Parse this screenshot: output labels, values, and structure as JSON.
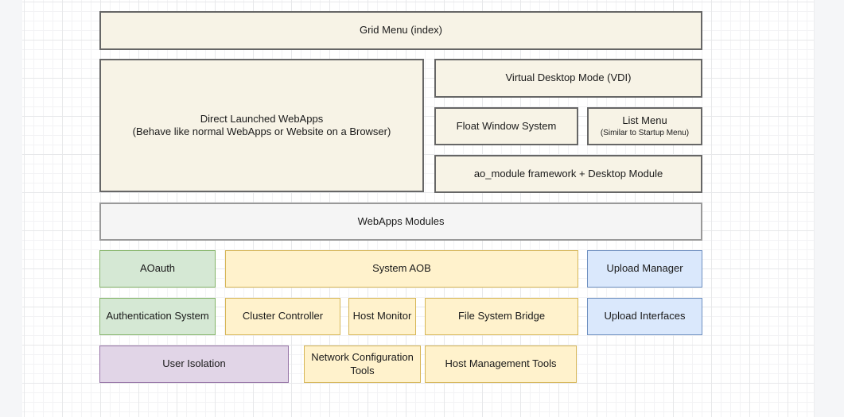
{
  "colors": {
    "canvas_background": "#ffffff",
    "page_margin": "#f5f6f8",
    "grid_minor": "#f3f3f5",
    "grid_major": "#e7e8ea",
    "text": "#1a1a1a",
    "styles": {
      "cream": {
        "fill": "#f7f3e6",
        "border": "#666666"
      },
      "gray": {
        "fill": "#f5f5f5",
        "border": "#999999"
      },
      "green": {
        "fill": "#d5e8d4",
        "border": "#82b366"
      },
      "yellow": {
        "fill": "#fff2cc",
        "border": "#d6b656"
      },
      "blue": {
        "fill": "#dae8fc",
        "border": "#6c8ebf"
      },
      "purple": {
        "fill": "#e1d5e7",
        "border": "#9673a6"
      }
    }
  },
  "nodes": {
    "grid_menu": {
      "label": "Grid Menu (index)",
      "style": "cream"
    },
    "direct_webapps": {
      "line1": "Direct Launched WebApps",
      "line2": "(Behave like normal WebApps or Website on a Browser)",
      "style": "cream"
    },
    "vdi": {
      "label": "Virtual Desktop Mode (VDI)",
      "style": "cream"
    },
    "float_window": {
      "label": "Float Window System",
      "style": "cream"
    },
    "list_menu": {
      "title": "List Menu",
      "subtitle": "(Similar to Startup Menu)",
      "style": "cream"
    },
    "ao_module": {
      "label": "ao_module framework + Desktop Module",
      "style": "cream"
    },
    "webapps_modules": {
      "label": "WebApps Modules",
      "style": "gray"
    },
    "aoauth": {
      "label": "AOauth",
      "style": "green"
    },
    "system_aob": {
      "label": "System AOB",
      "style": "yellow"
    },
    "upload_manager": {
      "label": "Upload Manager",
      "style": "blue"
    },
    "auth_system": {
      "label": "Authentication System",
      "style": "green"
    },
    "cluster_controller": {
      "label": "Cluster Controller",
      "style": "yellow"
    },
    "host_monitor": {
      "label": "Host Monitor",
      "style": "yellow"
    },
    "file_system_bridge": {
      "label": "File System Bridge",
      "style": "yellow"
    },
    "upload_interfaces": {
      "label": "Upload Interfaces",
      "style": "blue"
    },
    "user_isolation": {
      "label": "User Isolation",
      "style": "purple"
    },
    "network_config_tools": {
      "label": "Network Configuration Tools",
      "style": "yellow"
    },
    "host_management_tools": {
      "label": "Host Management Tools",
      "style": "yellow"
    }
  }
}
